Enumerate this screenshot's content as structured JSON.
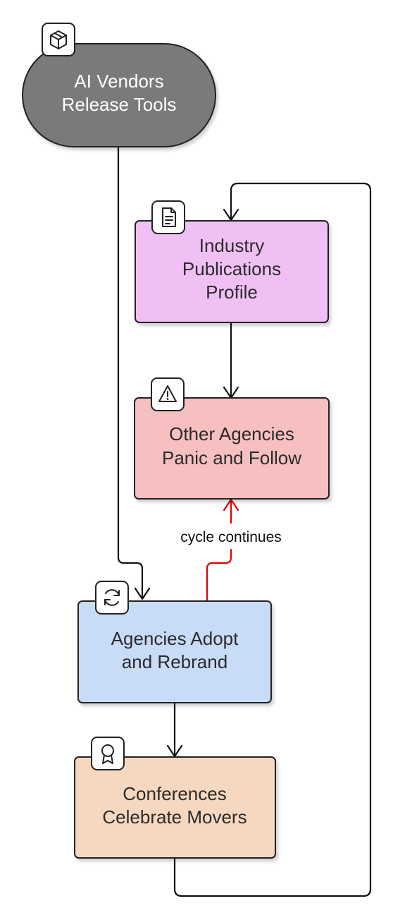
{
  "nodes": [
    {
      "id": "vendors",
      "lines": [
        "AI Vendors",
        "Release Tools"
      ],
      "icon": "package-icon",
      "fill": "#7a7a7a",
      "text_color": "#ffffff"
    },
    {
      "id": "publications",
      "lines": [
        "Industry",
        "Publications",
        "Profile"
      ],
      "icon": "document-icon",
      "fill": "#f0c0f4",
      "text_color": "#2b2b2b"
    },
    {
      "id": "panic",
      "lines": [
        "Other Agencies",
        "Panic and Follow"
      ],
      "icon": "warning-icon",
      "fill": "#f6c0c0",
      "text_color": "#2b2b2b"
    },
    {
      "id": "adopt",
      "lines": [
        "Agencies Adopt",
        "and Rebrand"
      ],
      "icon": "refresh-icon",
      "fill": "#c8dcf8",
      "text_color": "#2b2b2b"
    },
    {
      "id": "conferences",
      "lines": [
        "Conferences",
        "Celebrate Movers"
      ],
      "icon": "award-icon",
      "fill": "#f6d8c0",
      "text_color": "#2b2b2b"
    }
  ],
  "edges": [
    {
      "from": "vendors",
      "to": "adopt",
      "label": "",
      "color": "#111111"
    },
    {
      "from": "adopt",
      "to": "conferences",
      "label": "",
      "color": "#111111"
    },
    {
      "from": "conferences",
      "to": "publications",
      "label": "",
      "color": "#111111"
    },
    {
      "from": "publications",
      "to": "panic",
      "label": "",
      "color": "#111111"
    },
    {
      "from": "adopt",
      "to": "panic",
      "label": "cycle continues",
      "color": "#e00000"
    }
  ]
}
